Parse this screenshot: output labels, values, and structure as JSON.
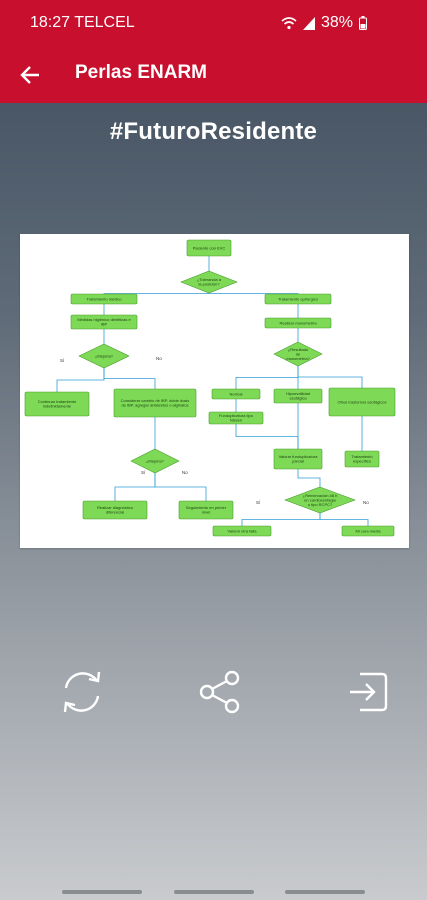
{
  "status": {
    "time": "18:27",
    "carrier": "TELCEL",
    "battery": "38%",
    "icons": [
      "wifi-icon",
      "signal-icon",
      "battery-icon"
    ]
  },
  "appbar": {
    "title": "Perlas ENARM",
    "back_icon": "arrow-left-icon"
  },
  "hashtag": "#FuturoResidente",
  "flowchart": {
    "colors": {
      "node_fill": "#7ed957",
      "node_stroke": "#4a9e2f",
      "edge": "#2f9fd8"
    },
    "nodes": [
      "Paciente con EVC",
      "¿Tolerancia a la posición?",
      "Tratamiento médico",
      "Tratamiento quirúrgico",
      "Medidas higiénico dietéticas e IBP",
      "Realizar manometría",
      "¿Mejoría?",
      "¿Resultado de manometría?",
      "Continuar tratamiento indefinidamente",
      "Considerar cambio de IBP, doble dosis de IBP, agregar antiácidos o alginatos",
      "Normal",
      "Hipomotilidad esofágica",
      "Otros trastornos esofágicos",
      "Funduplicatura tipo Nissen",
      "¿Mejoría?",
      "Valorar funduplicatura parcial",
      "Tratamiento específico",
      "Realizar diagnóstico diferencial",
      "Seguimiento en primer nivel",
      "¿Reinervación 48 h en cardioesofagia o tipo RCPC?",
      "Valorar otra falla",
      "Mi cura media"
    ],
    "edge_labels": [
      "Sí",
      "No",
      "Sí",
      "No",
      "Sí",
      "No"
    ]
  },
  "actions": {
    "refresh_icon": "refresh-icon",
    "share_icon": "share-icon",
    "open_icon": "open-in-app-icon"
  }
}
